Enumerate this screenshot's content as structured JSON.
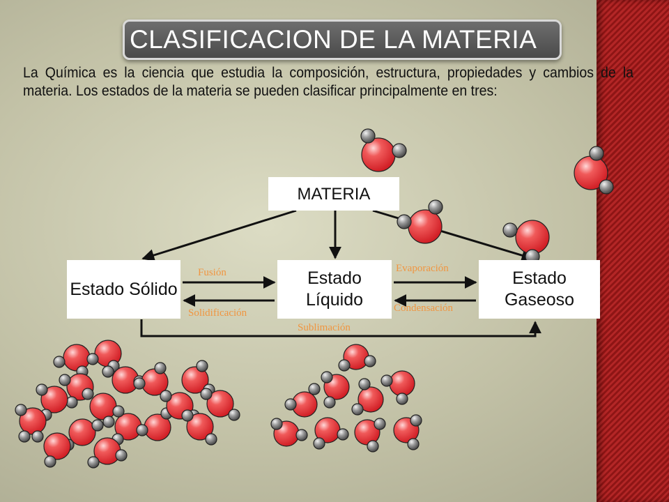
{
  "slide": {
    "title": "CLASIFICACION  DE LA MATERIA",
    "intro": "La Química es la ciencia que estudia la composición, estructura, propiedades y cambios de la materia. Los estados de la materia se pueden clasificar principalmente en tres:"
  },
  "diagram": {
    "root": "MATERIA",
    "solid": "Estado Sólido",
    "liquid": "Estado Líquido",
    "gas": "Estado Gaseoso",
    "fusion": "Fusión",
    "solidification": "Solidificación",
    "evaporation": "Evaporación",
    "condensation": "Condensación",
    "sublimation": "Sublimación"
  },
  "colors": {
    "side_band": "#9c1c1c",
    "label_orange": "#f09540",
    "atom_red": "#e8333a",
    "atom_gray": "#8a8a8a"
  },
  "icons": {
    "molecule": "water-molecule-icon"
  }
}
